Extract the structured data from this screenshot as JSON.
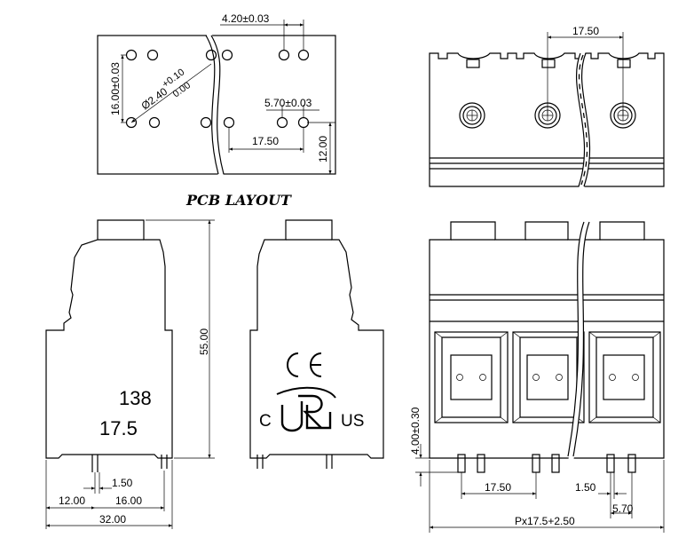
{
  "pcb_layout": {
    "title": "PCB LAYOUT",
    "dim_pitch_small": "4.20±0.03",
    "dim_height": "16.00±0.03",
    "dim_hole_main": "Ø2.40",
    "dim_hole_tol_plus": "+0.10",
    "dim_hole_tol_minus": "0.00",
    "dim_pin_spacing": "5.70±0.03",
    "dim_pitch": "17.50",
    "dim_offset": "12.00"
  },
  "top_view": {
    "dim_pitch": "17.50"
  },
  "side_view": {
    "dim_height": "55.00",
    "dim_pin_offset": "1.50",
    "dim_left": "12.00",
    "dim_right": "16.00",
    "dim_width": "32.00",
    "marking_series": "138",
    "marking_pitch": "17.5"
  },
  "rear_view": {
    "ce_mark": "CE",
    "ul_c": "C",
    "ul_us": "US"
  },
  "front_view": {
    "dim_pin_height": "4.00±0.30",
    "dim_pitch": "17.50",
    "dim_pin_offset": "1.50",
    "dim_pin_spacing": "5.70",
    "dim_length": "Px17.5+2.50"
  }
}
